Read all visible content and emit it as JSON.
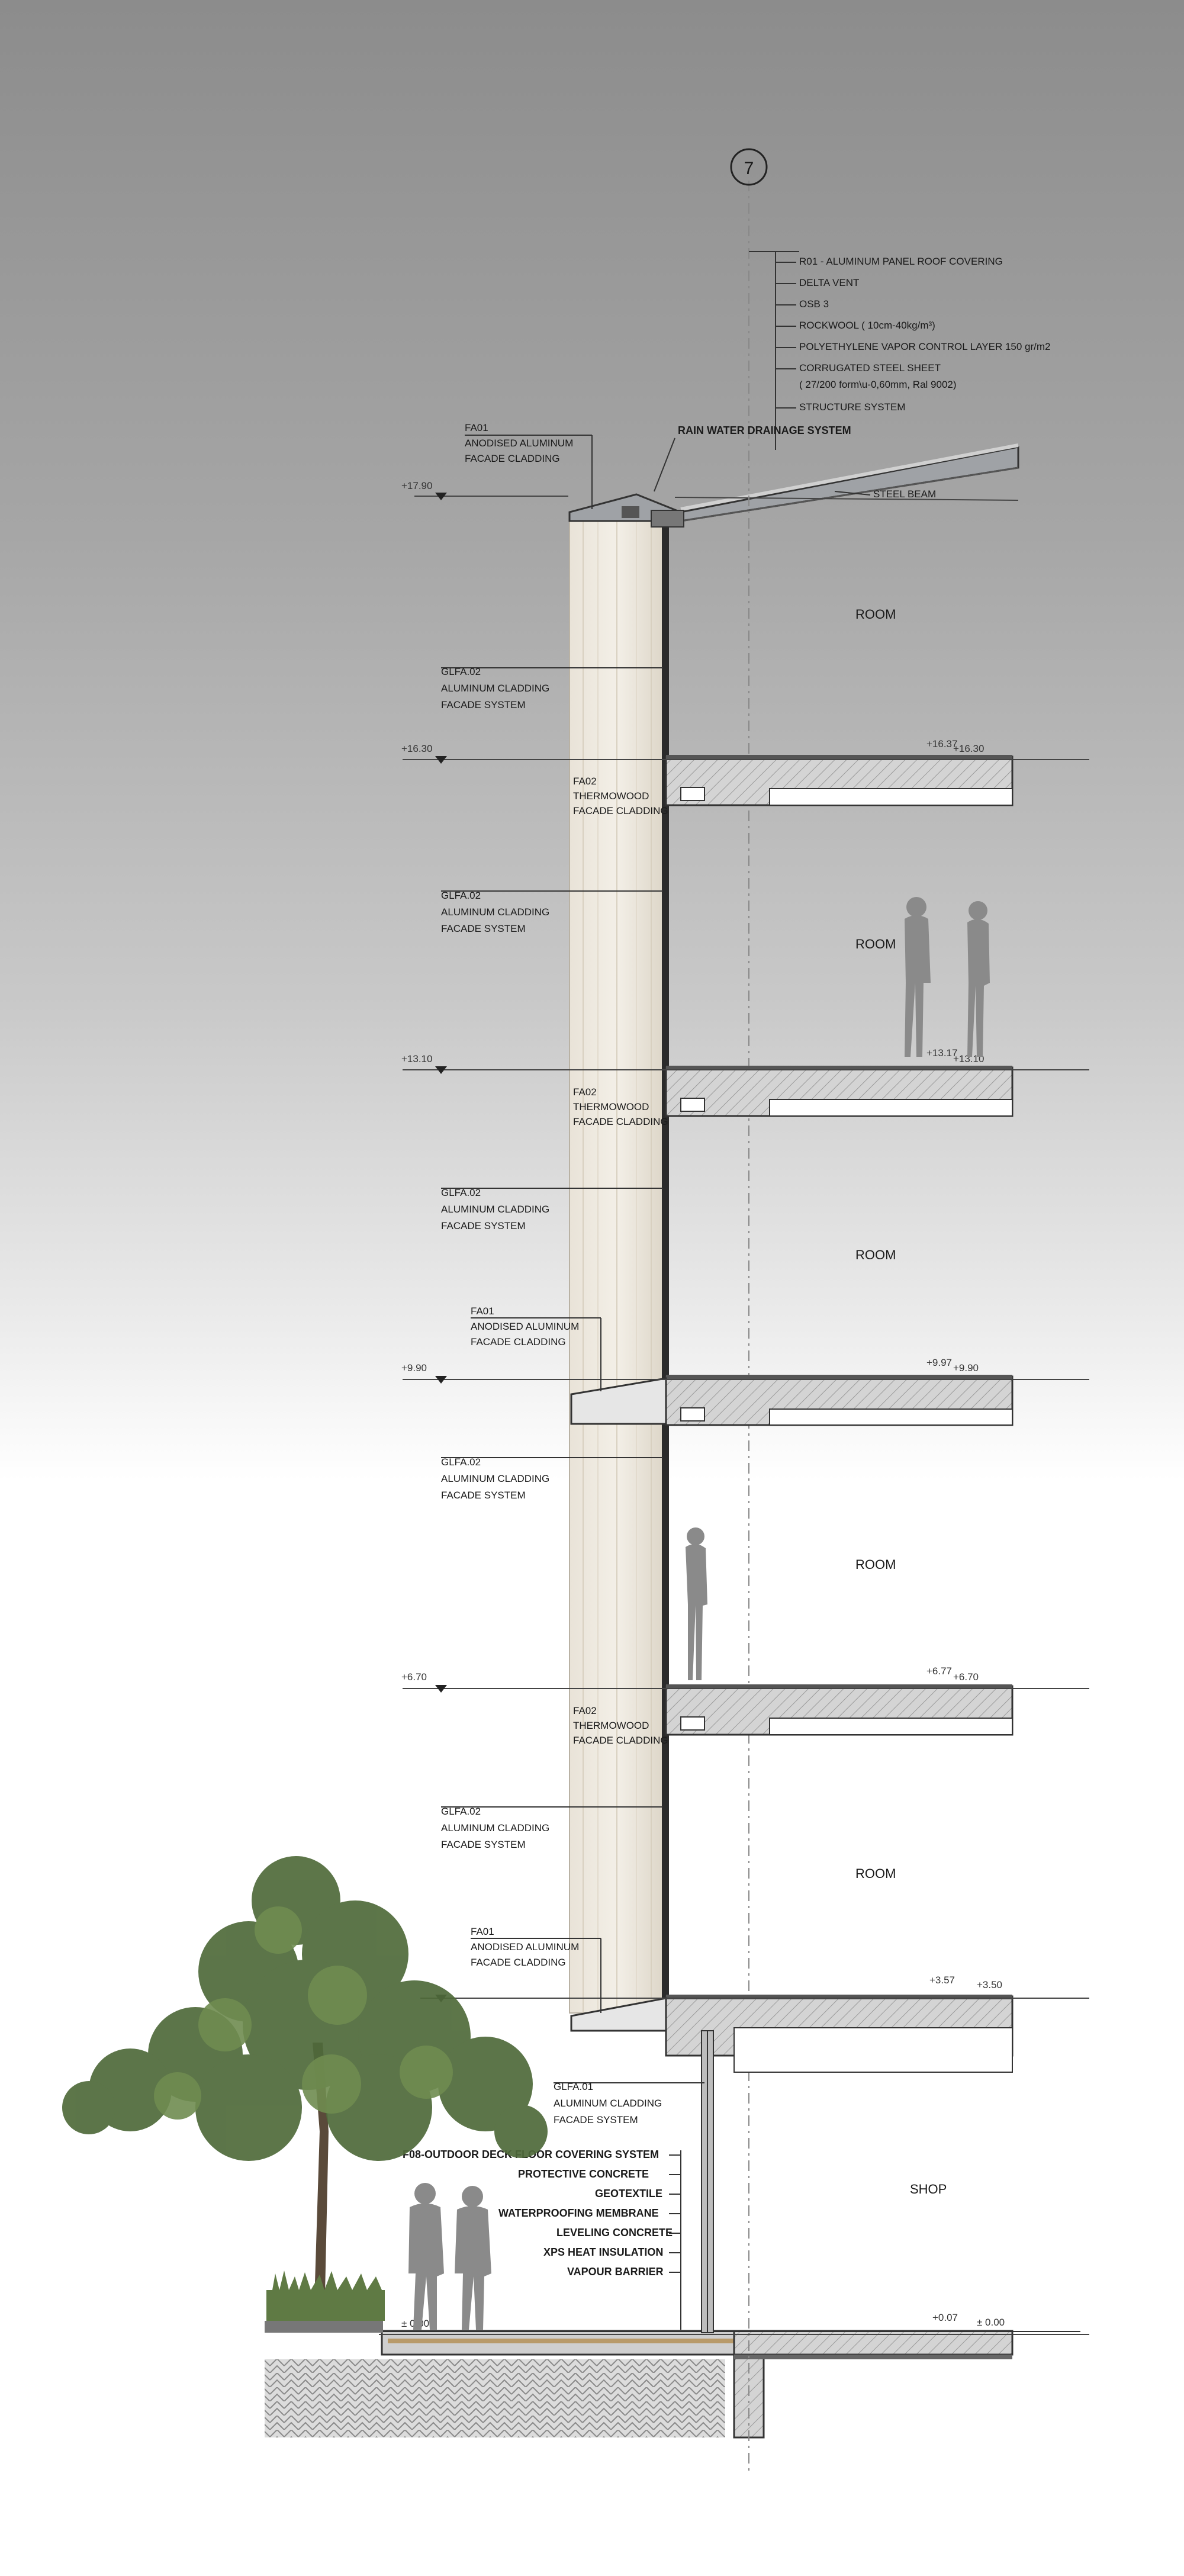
{
  "grid_marker": "7",
  "roof_layers": [
    "R01 - ALUMINUM PANEL ROOF COVERING",
    "DELTA VENT",
    "OSB 3",
    "ROCKWOOL ( 10cm-40kg/m³)",
    "POLYETHYLENE VAPOR CONTROL LAYER 150 gr/m2",
    "CORRUGATED STEEL SHEET",
    "( 27/200 form\\u-0,60mm, Ral 9002)",
    "STRUCTURE SYSTEM"
  ],
  "rain_water": "RAIN WATER DRAINAGE SYSTEM",
  "steel_beam": "STEEL BEAM",
  "fa01_top": [
    "FA01",
    "ANODISED ALUMINUM",
    "FACADE CLADDING"
  ],
  "levels": {
    "l1790": "+17.90",
    "l1630": "+16.30",
    "l1637": "+16.37",
    "l1630r": "+16.30",
    "l1310": "+13.10",
    "l1317": "+13.17",
    "l1310r": "+13.10",
    "l990": "+9.90",
    "l997": "+9.97",
    "l990r": "+9.90",
    "l670": "+6.70",
    "l677": "+6.77",
    "l670r": "+6.70",
    "l357": "+3.57",
    "l350": "+3.50",
    "l000a": "± 0.00",
    "l007": "+0.07",
    "l000b": "± 0.00"
  },
  "glfa_1": [
    "GLFA.02",
    "ALUMINUM CLADDING",
    "FACADE SYSTEM"
  ],
  "glfa_2": [
    "GLFA.02",
    "ALUMINUM CLADDING",
    "FACADE SYSTEM"
  ],
  "glfa_3": [
    "GLFA.02",
    "ALUMINUM CLADDING",
    "FACADE SYSTEM"
  ],
  "glfa_4": [
    "GLFA.02",
    "ALUMINUM CLADDING",
    "FACADE SYSTEM"
  ],
  "glfa_5": [
    "GLFA.02",
    "ALUMINUM CLADDING",
    "FACADE SYSTEM"
  ],
  "glfa_01": [
    "GLFA.01",
    "ALUMINUM CLADDING",
    "FACADE SYSTEM"
  ],
  "fa02_1": [
    "FA02",
    "THERMOWOOD",
    "FACADE CLADDING"
  ],
  "fa02_2": [
    "FA02",
    "THERMOWOOD",
    "FACADE CLADDING"
  ],
  "fa02_3": [
    "FA02",
    "THERMOWOOD",
    "FACADE CLADDING"
  ],
  "fa01_mid": [
    "FA01",
    "ANODISED ALUMINUM",
    "FACADE CLADDING"
  ],
  "fa01_low": [
    "FA01",
    "ANODISED ALUMINUM",
    "FACADE CLADDING"
  ],
  "rooms": [
    "ROOM",
    "ROOM",
    "ROOM",
    "ROOM",
    "ROOM"
  ],
  "shop": "SHOP",
  "deck_layers": [
    "F08-OUTDOOR DECK FLOOR COVERING SYSTEM",
    "PROTECTIVE CONCRETE",
    "GEOTEXTILE",
    "WATERPROOFING MEMBRANE",
    "LEVELING CONCRETE",
    "XPS HEAT INSULATION",
    "VAPOUR BARRIER"
  ]
}
